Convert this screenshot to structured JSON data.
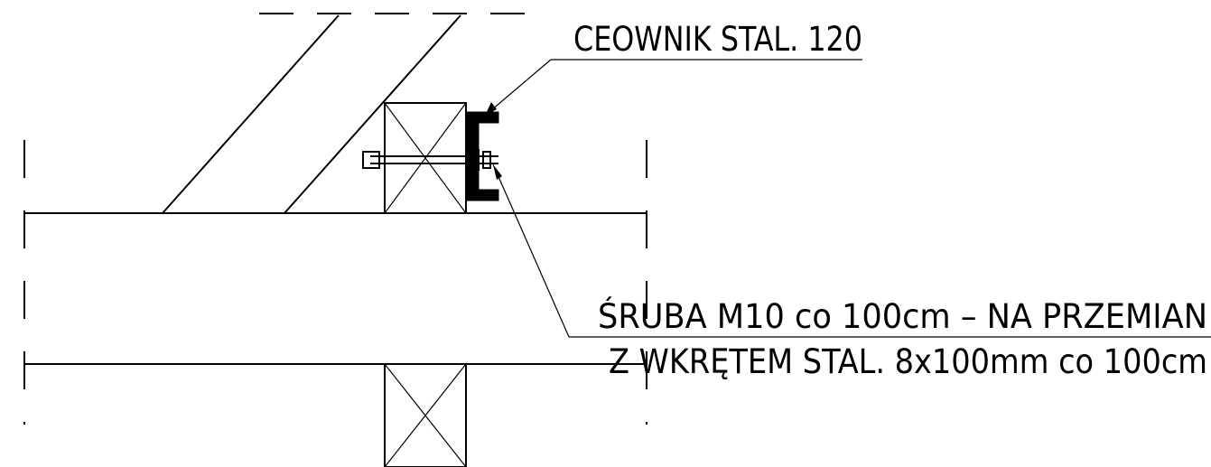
{
  "labels": {
    "channel": "CEOWNIK STAL. 120",
    "bolt_line1": "ŚRUBA M10 co 100cm – NA PRZEMIAN",
    "bolt_line2": "Z WKRĘTEM STAL. 8x100mm co 100cm"
  },
  "colors": {
    "line": "#000000",
    "background": "#ffffff"
  }
}
